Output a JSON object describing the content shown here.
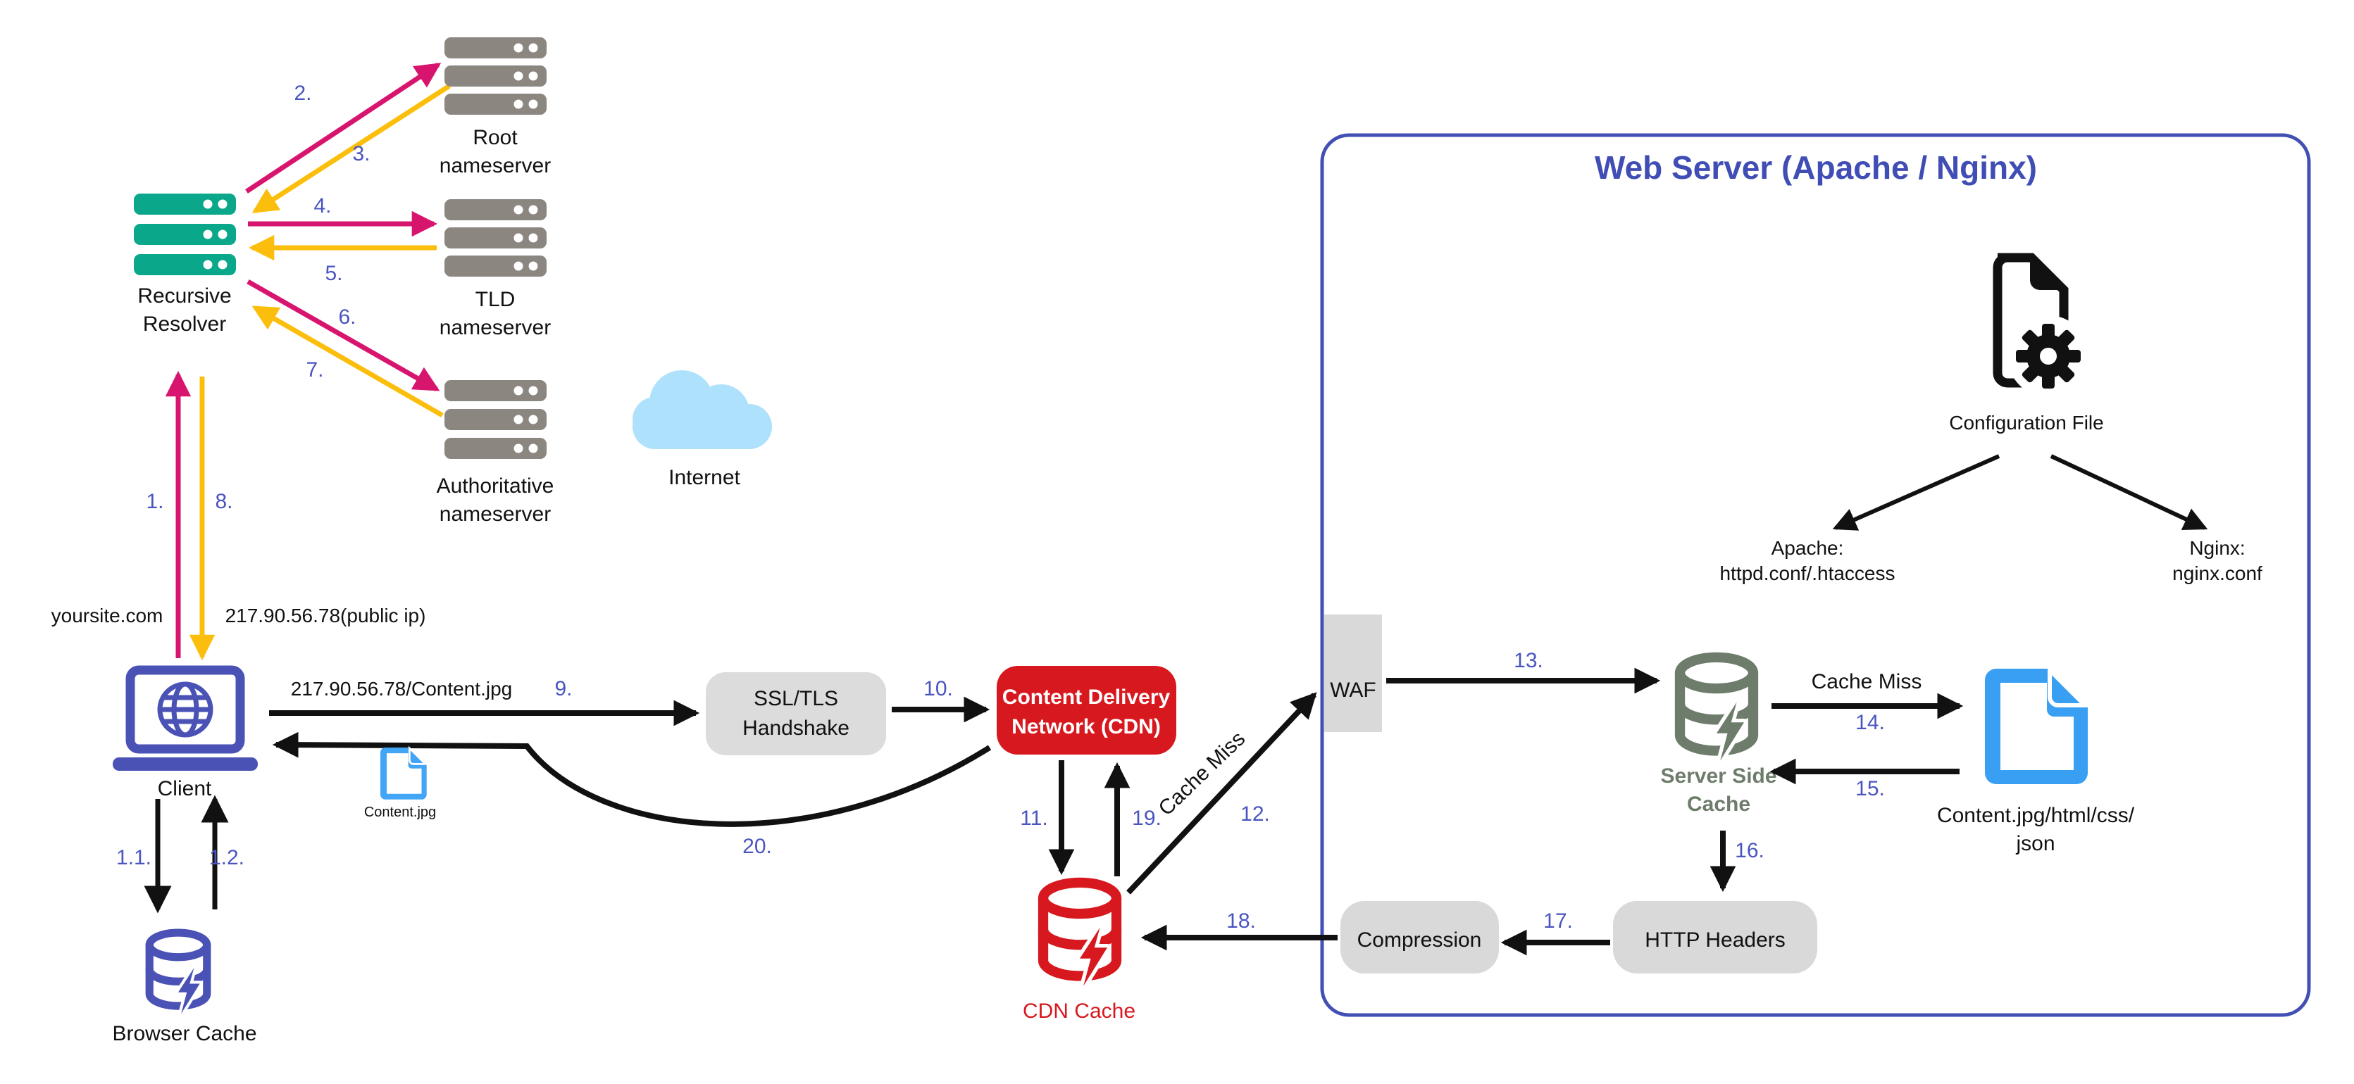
{
  "diagram": {
    "title": "Web Server (Apache / Nginx)",
    "dns": {
      "resolver1": "Recursive",
      "resolver2": "Resolver",
      "root1": "Root",
      "root2": "nameserver",
      "tld1": "TLD",
      "tld2": "nameserver",
      "auth1": "Authoritative",
      "auth2": "nameserver",
      "internet": "Internet",
      "yoursite": "yoursite.com",
      "public_ip": "217.90.56.78(public ip)"
    },
    "client": {
      "label": "Client",
      "browser_cache": "Browser Cache",
      "request_url": "217.90.56.78/Content.jpg",
      "content_file_small": "Content.jpg"
    },
    "middle": {
      "ssl1": "SSL/TLS",
      "ssl2": "Handshake",
      "cdn1": "Content Delivery",
      "cdn2": "Network (CDN)",
      "cdn_cache": "CDN Cache",
      "cache_miss": "Cache Miss"
    },
    "server": {
      "waf": "WAF",
      "server_cache1": "Server Side",
      "server_cache2": "Cache",
      "cache_miss": "Cache Miss",
      "content_files1": "Content.jpg/html/css/",
      "content_files2": "json",
      "config_file": "Configuration File",
      "apache1": "Apache:",
      "apache2": "httpd.conf/.htaccess",
      "nginx1": "Nginx:",
      "nginx2": "nginx.conf",
      "compression": "Compression",
      "http_headers": "HTTP Headers"
    },
    "steps": {
      "s1": "1.",
      "s2": "2.",
      "s3": "3.",
      "s4": "4.",
      "s5": "5.",
      "s6": "6.",
      "s7": "7.",
      "s8": "8.",
      "s9": "9.",
      "s10": "10.",
      "s11": "11.",
      "s12": "12.",
      "s13": "13.",
      "s14": "14.",
      "s15": "15.",
      "s16": "16.",
      "s17": "17.",
      "s18": "18.",
      "s19": "19.",
      "s20": "20.",
      "s1_1": "1.1.",
      "s1_2": "1.2."
    },
    "colors": {
      "pink_arrow": "#d8156e",
      "yellow_arrow": "#fcbe0c",
      "resolver_teal": "#0aa78a",
      "nameserver_gray": "#8b8680",
      "client_indigo": "#4a52b5",
      "step_blue": "#4a55c0",
      "cdn_red": "#d7191f",
      "cloud_blue": "#aee1fb",
      "file_blue": "#389ff2",
      "server_cache_green": "#6e7d6b",
      "box_gray": "#d9d9d9",
      "webserver_border": "#4250b4",
      "title_indigo": "#3f4db5"
    }
  }
}
